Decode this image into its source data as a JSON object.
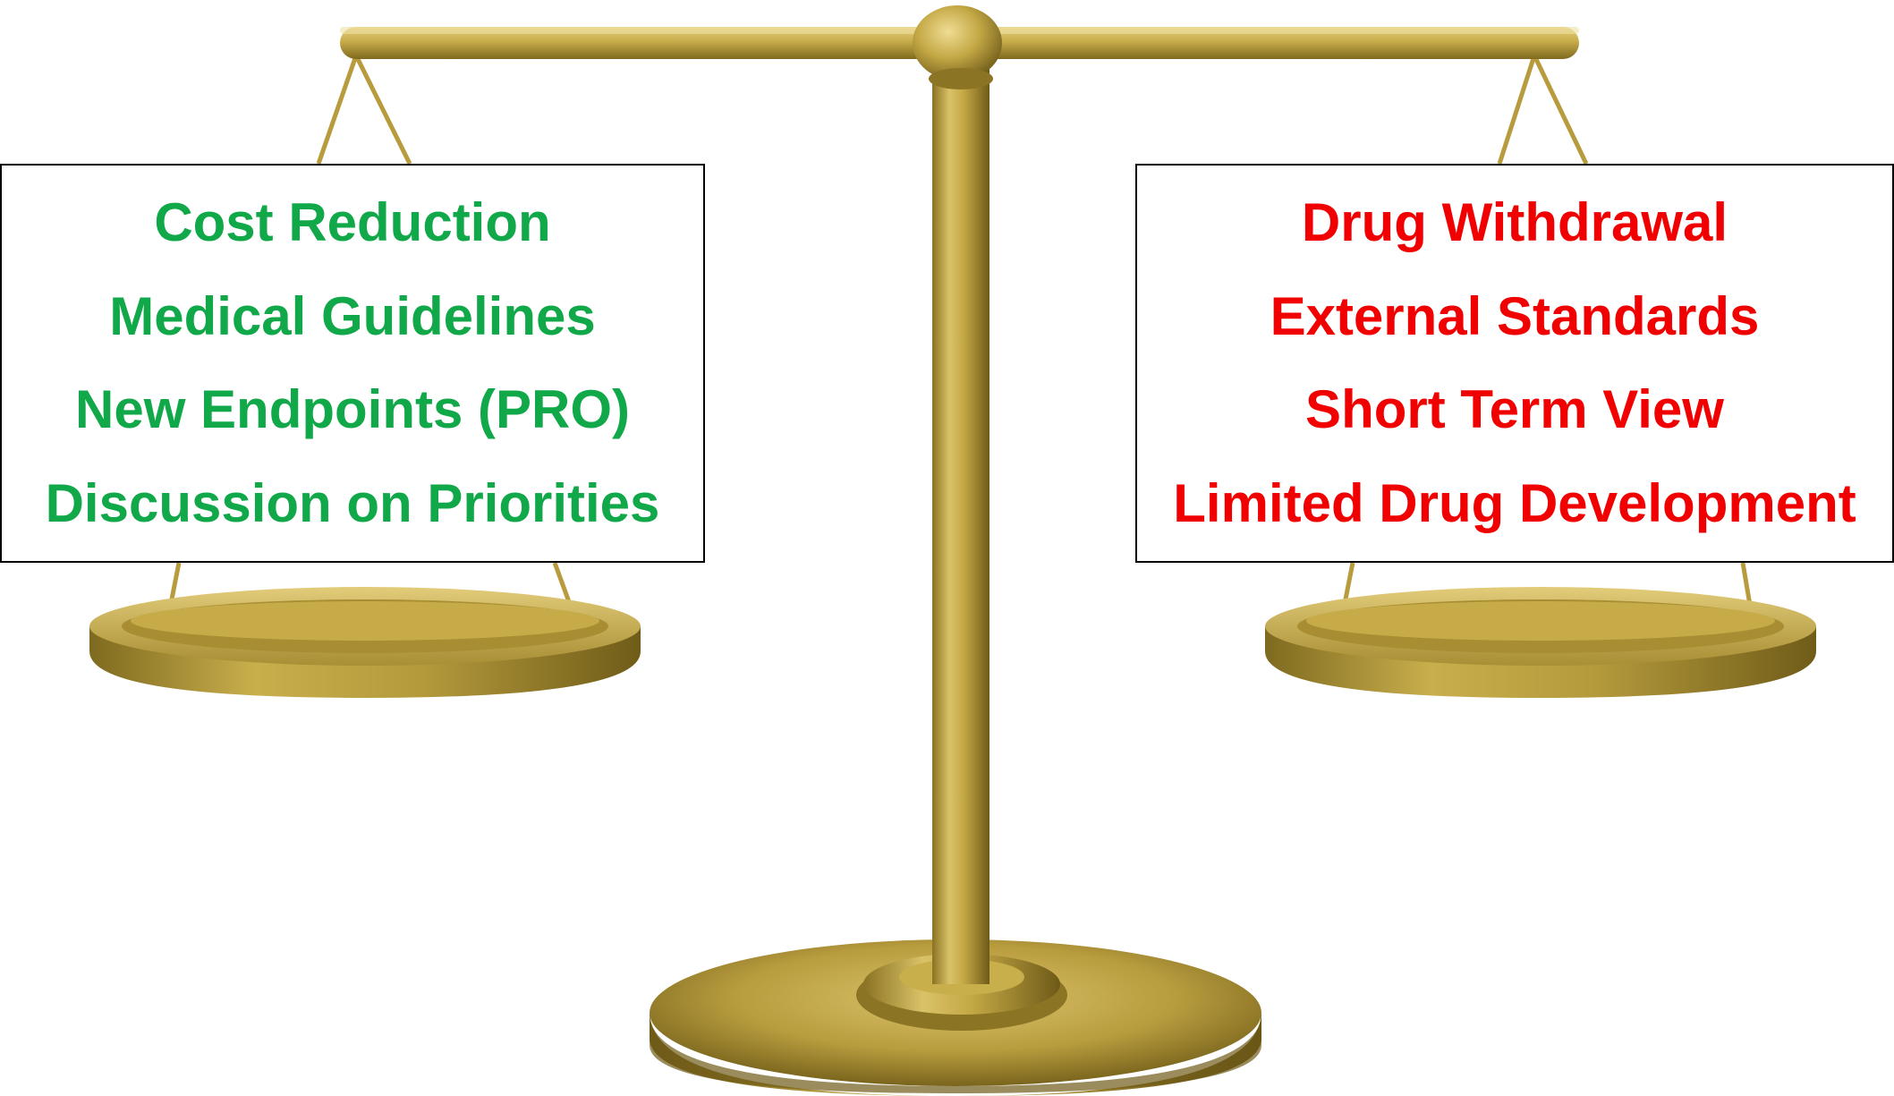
{
  "left_panel": {
    "color": "#11a84a",
    "items": [
      "Cost Reduction",
      "Medical Guidelines",
      "New Endpoints (PRO)",
      "Discussion on Priorities"
    ]
  },
  "right_panel": {
    "color": "#f00000",
    "items": [
      "Drug Withdrawal",
      "External Standards",
      "Short Term View",
      "Limited Drug Development"
    ]
  },
  "scale_color": "#c2a642"
}
